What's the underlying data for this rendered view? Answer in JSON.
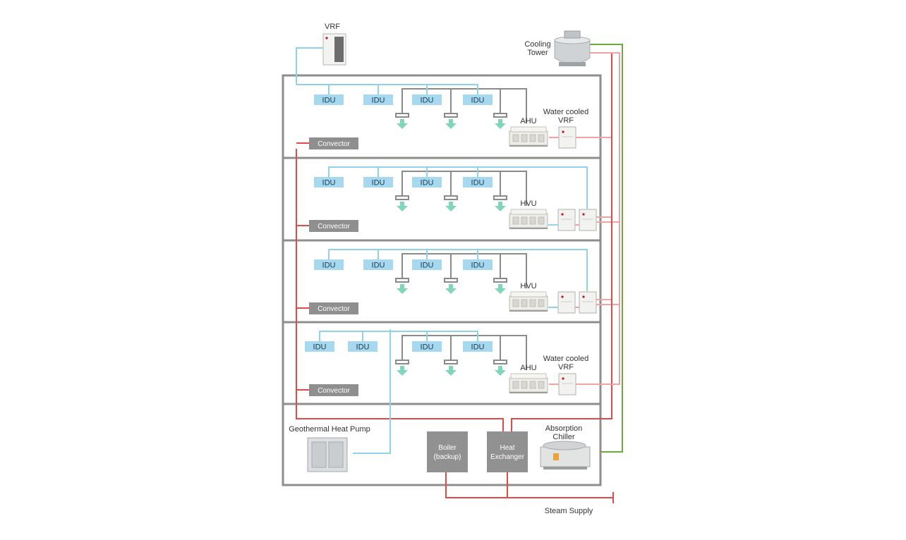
{
  "labels": {
    "vrf": "VRF",
    "cooling_tower": [
      "Cooling",
      "Tower"
    ],
    "water_cooled_vrf": [
      "Water cooled",
      "VRF"
    ],
    "ahu": "AHU",
    "hvu": "HVU",
    "convector": "Convector",
    "idu": "IDU",
    "geothermal": "Geothermal Heat Pump",
    "boiler": [
      "Boiler",
      "(backup)"
    ],
    "heat_exchanger": [
      "Heat",
      "Exchanger"
    ],
    "absorption_chiller": [
      "Absorption",
      "Chiller"
    ],
    "steam_supply": "Steam Supply"
  },
  "floors": [
    {
      "id": "floor-1",
      "unit": "AHU",
      "water_vrf_count": 1,
      "vrf_label": true
    },
    {
      "id": "floor-2",
      "unit": "HVU",
      "water_vrf_count": 2,
      "vrf_label": false
    },
    {
      "id": "floor-3",
      "unit": "HVU",
      "water_vrf_count": 2,
      "vrf_label": false
    },
    {
      "id": "floor-4",
      "unit": "AHU",
      "water_vrf_count": 1,
      "vrf_label": true
    }
  ],
  "colors": {
    "refrigerant_line": "#8fd3ea",
    "hot_water_line": "#e24a4a",
    "condenser_water_line": "#f0a3a3",
    "cooling_water_line": "#6aab3a",
    "duct_line": "#8a8a8a",
    "building_frame": "#8e8e8e",
    "idu_fill": "#a6d8f0",
    "air_arrow": "#7fd6b9",
    "convector_fill": "#8f8f8f"
  }
}
